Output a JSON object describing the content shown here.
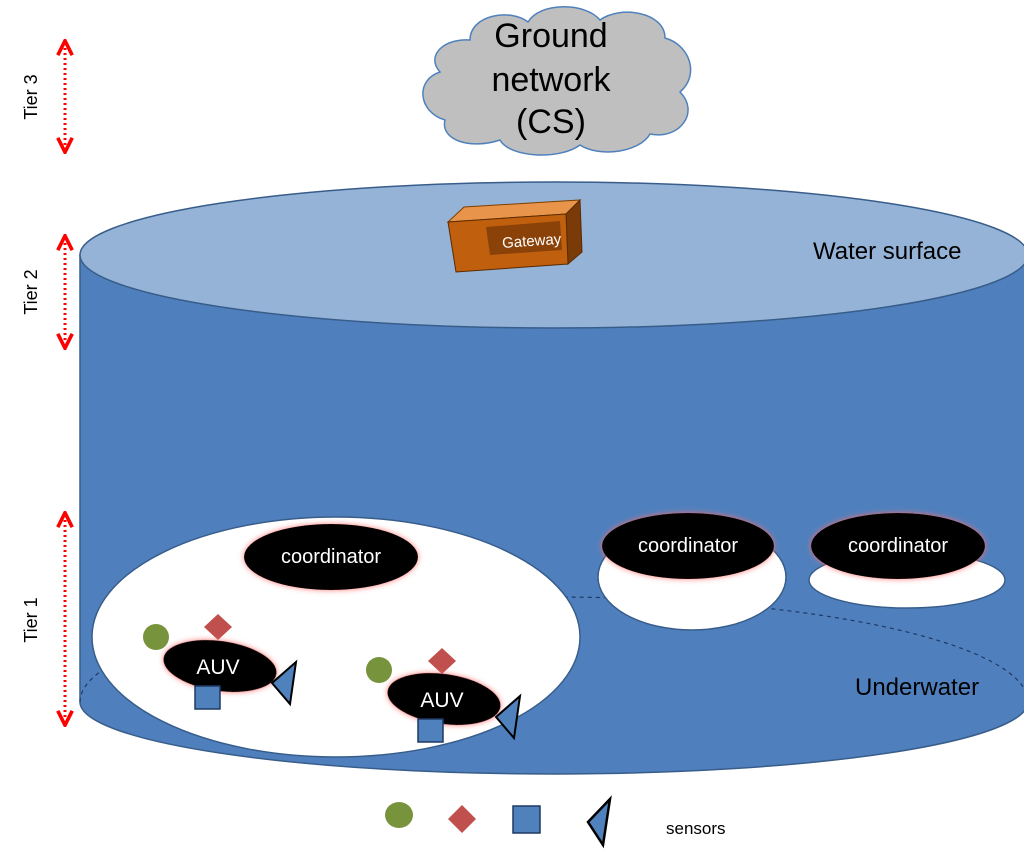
{
  "cloud": {
    "line1": "Ground",
    "line2": "network",
    "line3": "(CS)"
  },
  "gateway": {
    "label": "Gateway"
  },
  "labels": {
    "water_surface": "Water surface",
    "underwater": "Underwater"
  },
  "tiers": {
    "tier3": "Tier 3",
    "tier2": "Tier 2",
    "tier1": "Tier 1"
  },
  "coordinators": [
    {
      "label": "coordinator"
    },
    {
      "label": "coordinator"
    },
    {
      "label": "coordinator"
    }
  ],
  "auvs": [
    {
      "label": "AUV"
    },
    {
      "label": "AUV"
    }
  ],
  "legend": {
    "label": "sensors"
  },
  "colors": {
    "water_body": "#4f80bd",
    "water_surface": "#95b3d7",
    "water_edge": "#385d8a",
    "cloud": "#bfbfbf",
    "cloud_edge": "#4f81bd",
    "gateway": "#c0600f",
    "arrow": "#ff0000",
    "sensor_circle": "#77933c",
    "sensor_diamond": "#c0504d",
    "sensor_square": "#4f81bd",
    "sensor_triangle": "#4f81bd"
  }
}
